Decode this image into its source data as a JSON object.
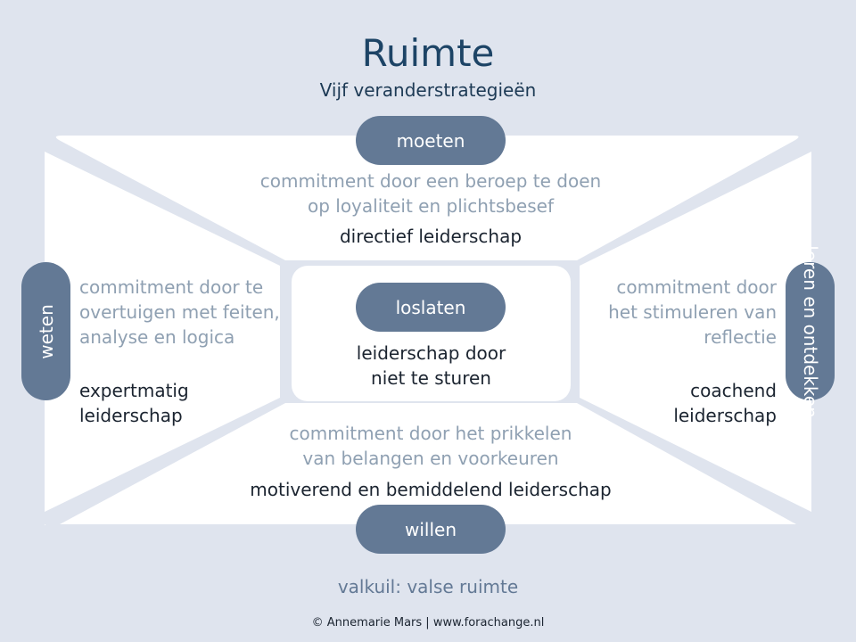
{
  "title": "Ruimte",
  "subtitle": "Vijf veranderstrategieën",
  "colors": {
    "background": "#dfe4ee",
    "panel": "#ffffff",
    "pill": "#637995",
    "title": "#1d4466",
    "muted_text": "#8fa0b2",
    "dark_text": "#1b2430"
  },
  "strategies": {
    "top": {
      "label": "moeten",
      "commitment": "commitment door een beroep te doen\nop loyaliteit en plichtsbesef",
      "leadership": "directief leiderschap"
    },
    "left": {
      "label": "weten",
      "commitment": "commitment door te\novertuigen met feiten,\nanalyse en logica",
      "leadership": "expertmatig\nleiderschap"
    },
    "right": {
      "label": "leren en\nontdekken",
      "commitment": "commitment door\nhet stimuleren van\nreflectie",
      "leadership": "coachend\nleiderschap"
    },
    "bottom": {
      "label": "willen",
      "commitment": "commitment door het prikkelen\nvan belangen en voorkeuren",
      "leadership": "motiverend en bemiddelend leiderschap"
    },
    "center": {
      "label": "loslaten",
      "leadership": "leiderschap door\nniet te sturen"
    }
  },
  "pitfall": "valkuil: valse ruimte",
  "footer": "© Annemarie Mars | www.forachange.nl"
}
